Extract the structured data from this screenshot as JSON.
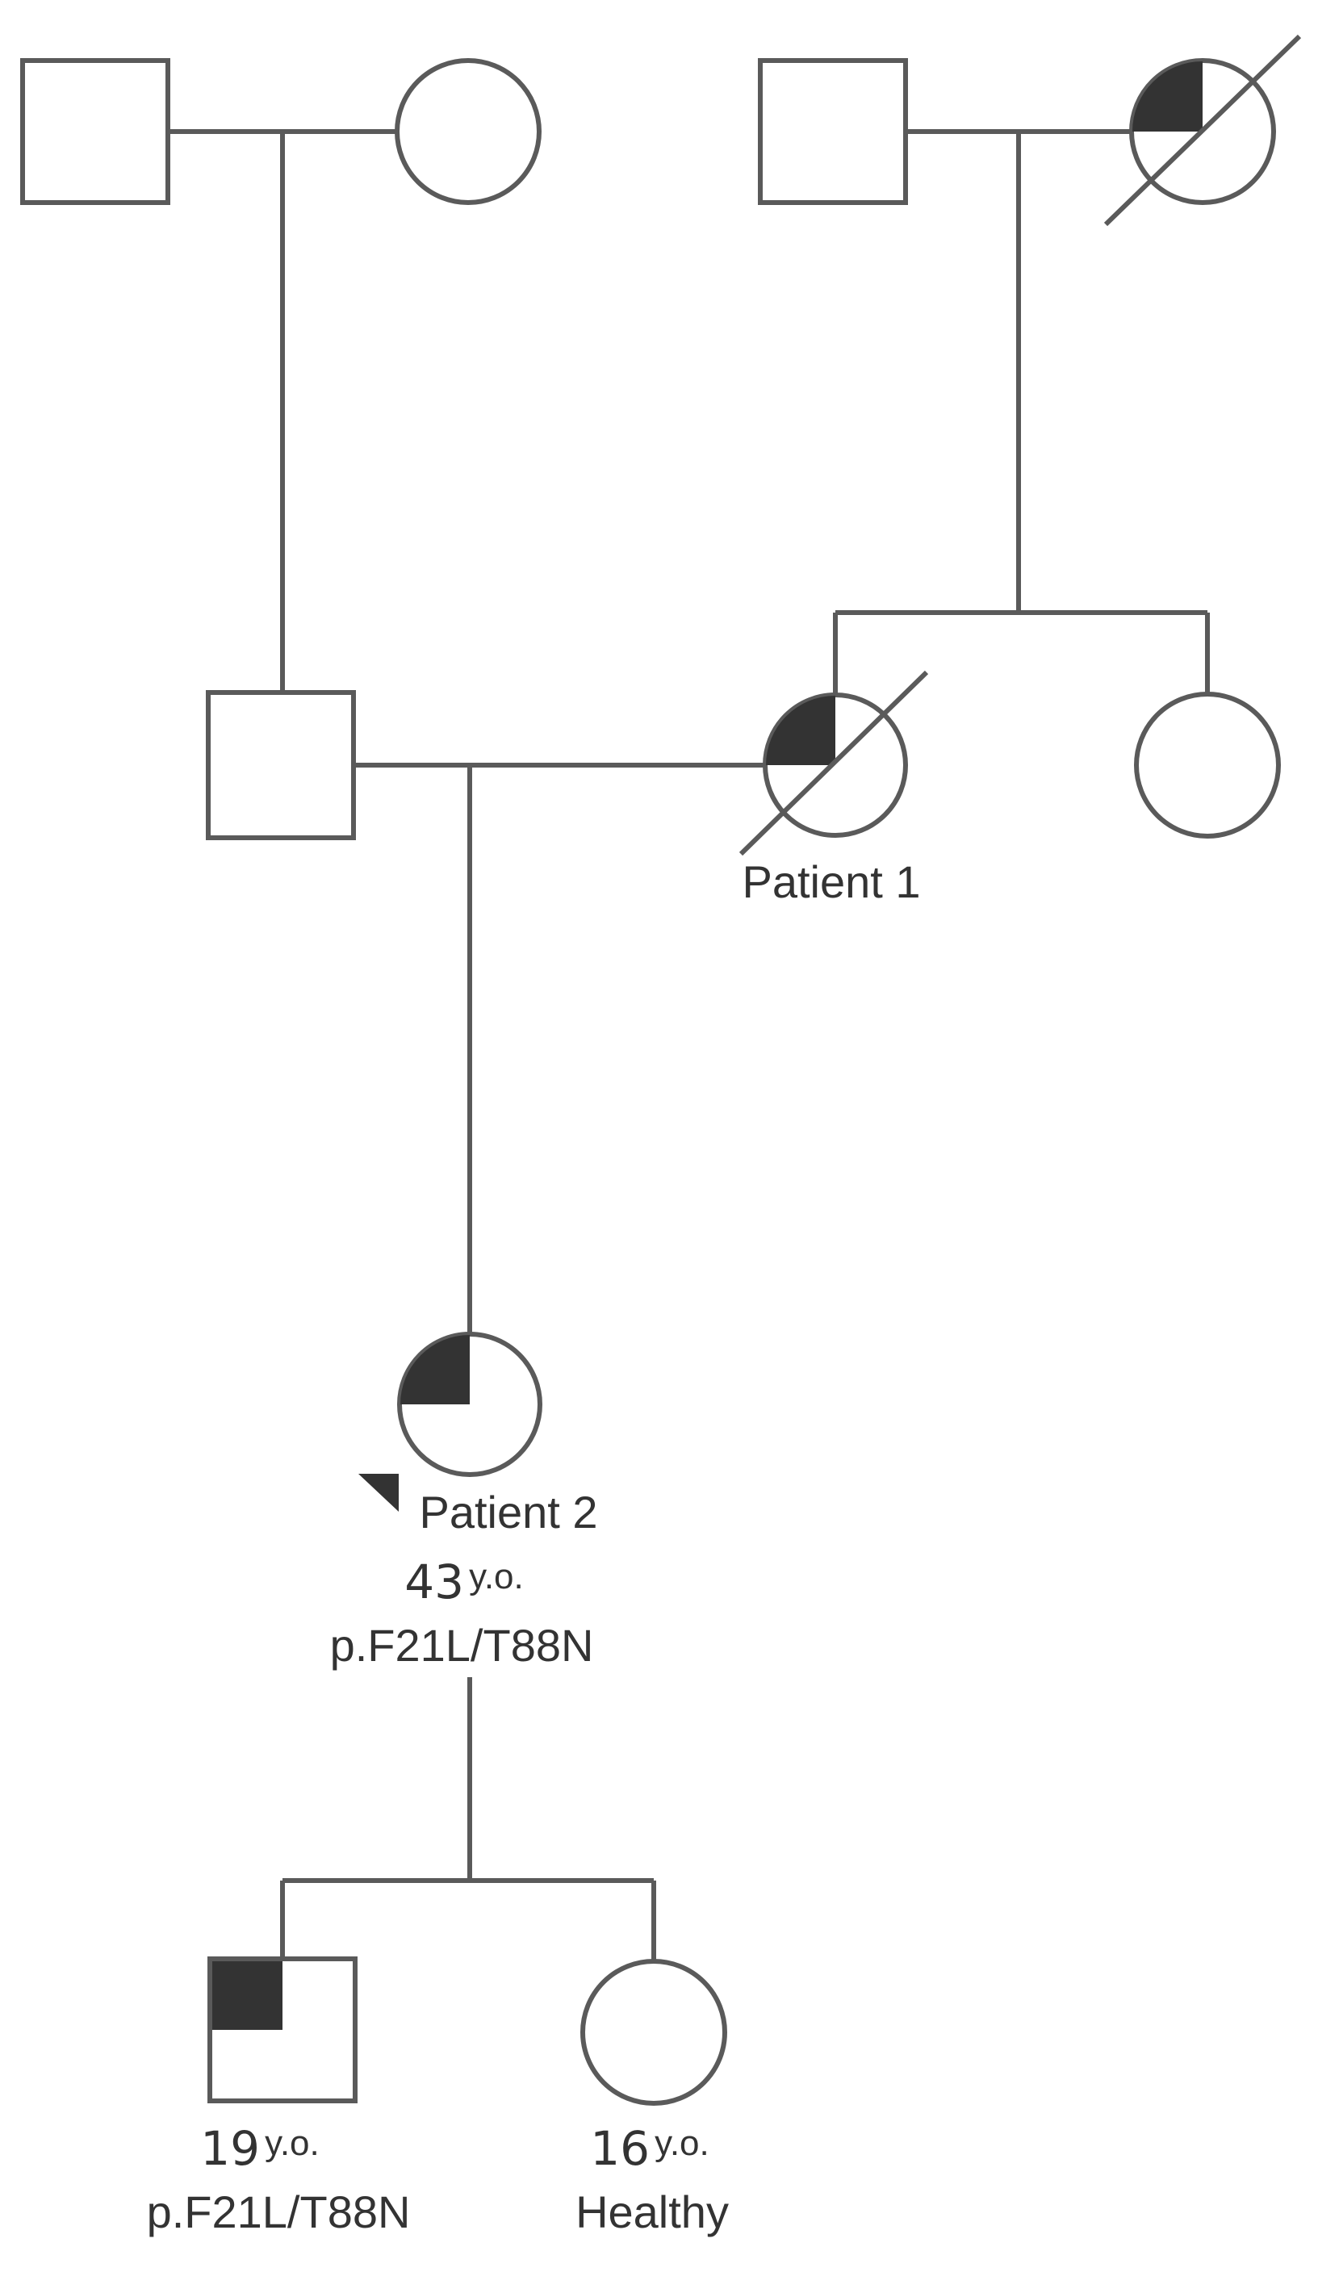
{
  "individuals": {
    "gen1_paternal_grandfather": {
      "sex": "male",
      "affected": false,
      "deceased": false
    },
    "gen1_paternal_grandmother": {
      "sex": "female",
      "affected": false,
      "deceased": false
    },
    "gen1_maternal_grandfather": {
      "sex": "male",
      "affected": false,
      "deceased": false
    },
    "gen1_maternal_grandmother": {
      "sex": "female",
      "affected": true,
      "deceased": true
    },
    "gen2_father": {
      "sex": "male",
      "affected": false,
      "deceased": false
    },
    "gen2_patient1": {
      "sex": "female",
      "affected": true,
      "deceased": true,
      "label": "Patient 1"
    },
    "gen2_aunt": {
      "sex": "female",
      "affected": false,
      "deceased": false
    },
    "gen3_patient2": {
      "sex": "female",
      "affected": true,
      "deceased": false,
      "proband": true,
      "label": "Patient 2",
      "age": "43",
      "age_unit": "y.o.",
      "genotype": "p.F21L/T88N"
    },
    "gen4_son": {
      "sex": "male",
      "affected": true,
      "deceased": false,
      "age": "19",
      "age_unit": "y.o.",
      "genotype": "p.F21L/T88N"
    },
    "gen4_daughter": {
      "sex": "female",
      "affected": false,
      "deceased": false,
      "age": "16",
      "age_unit": "y.o.",
      "status": "Healthy"
    }
  },
  "colors": {
    "line": "#5a5a5a",
    "affected_fill": "#333333",
    "text": "#333333"
  }
}
